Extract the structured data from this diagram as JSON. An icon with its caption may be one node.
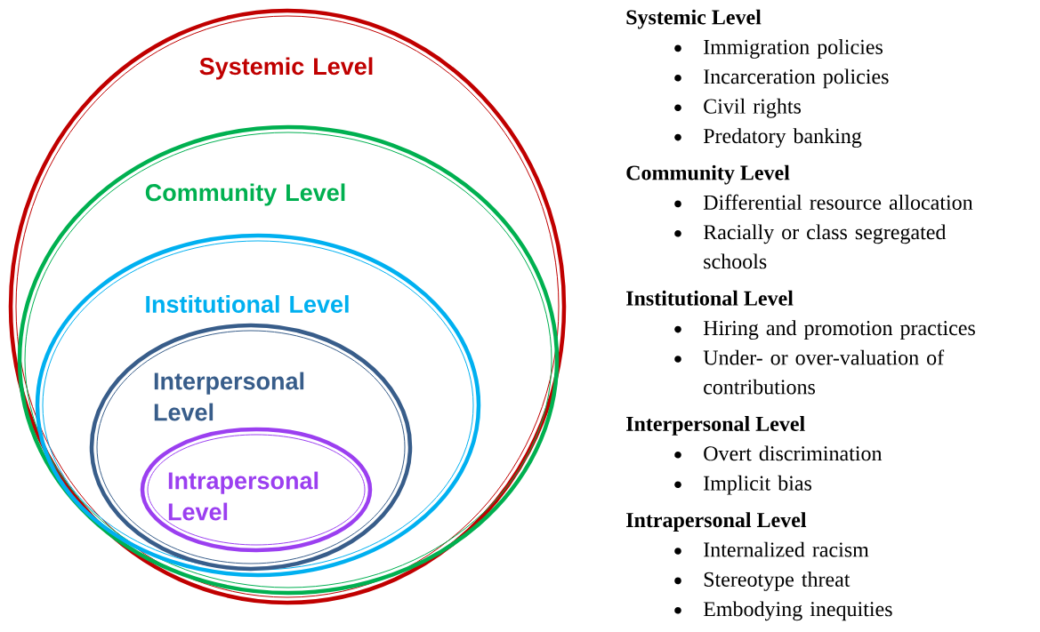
{
  "diagram": {
    "nodes": [
      {
        "text": [
          "Systemic Level"
        ]
      },
      {
        "text": [
          "Community Level"
        ],
        "in": 0
      },
      {
        "text": [
          "Institutional Level"
        ],
        "in": 1
      },
      {
        "text": [
          "Interpersonal Level"
        ],
        "in": 2
      },
      {
        "text": [
          "Intrapersonal Level"
        ],
        "in": 3
      }
    ],
    "labels": [
      "Systemic Level",
      "Immigration policies",
      "Incarceration policies",
      "Civil rights",
      "Predatory banking",
      "Community Level",
      "Differential resource allocation",
      "Racially or class segregated schools",
      "Institutional Level",
      "Hiring and promotion practices",
      "Under- or over-valuation of contributions",
      "Interpersonal Level",
      "Overt discrimination",
      "Implicit bias",
      "Intrapersonal Level",
      "Internalized racism",
      "Stereotype threat",
      "Embodying inequities"
    ]
  }
}
